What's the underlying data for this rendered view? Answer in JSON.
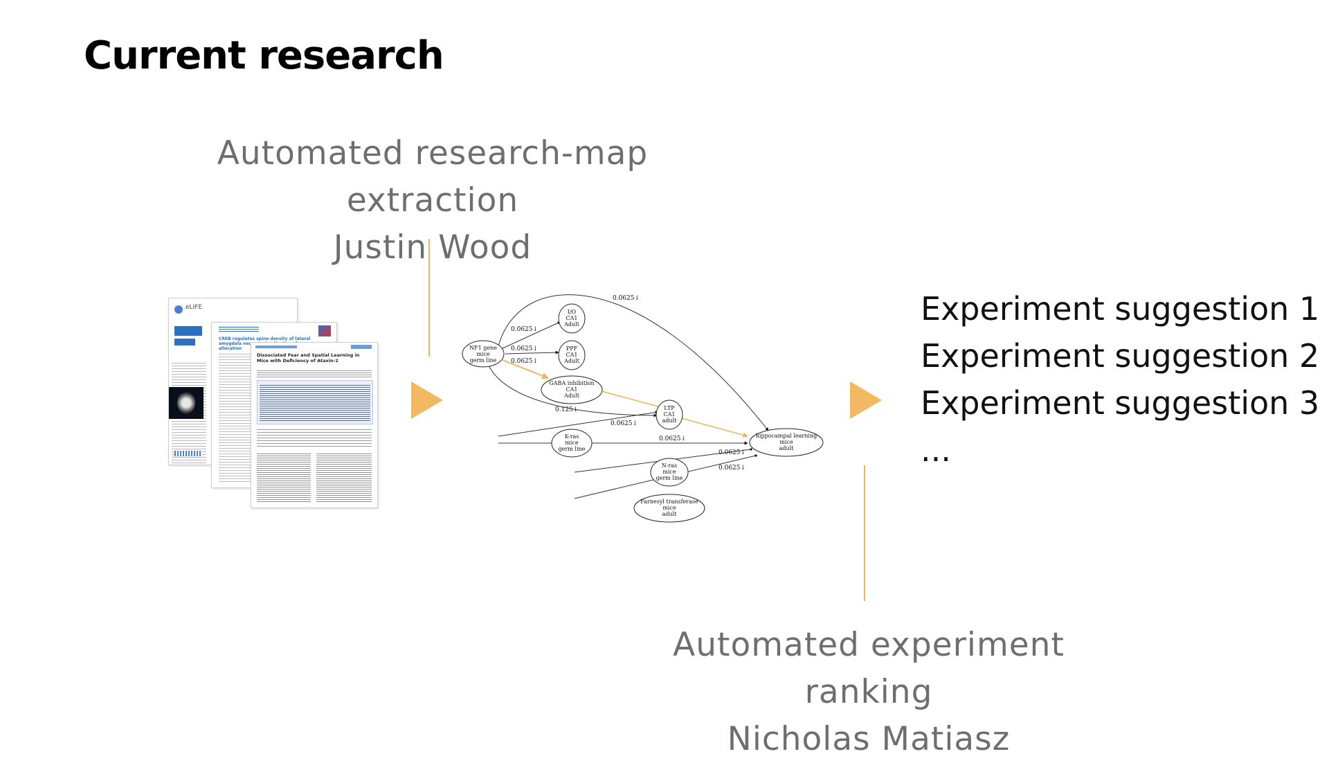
{
  "slide": {
    "title": "Current research",
    "top_caption": {
      "line1": "Automated research-map extraction",
      "line2": "Justin Wood"
    },
    "bottom_caption": {
      "line1": "Automated experiment ranking",
      "line2": "Nicholas Matiasz"
    },
    "suggestions": [
      "Experiment suggestion 1",
      "Experiment suggestion 2",
      "Experiment suggestion 3",
      "..."
    ],
    "accent_color": "#f2b862"
  },
  "papers": {
    "paper1_logo": "eLIFE",
    "paper2_title": "CREB regulates spine density of lateral amygdala neurons: implications for memory allocation",
    "paper3_title": "Dissociated Fear and Spatial Learning in Mice with Deficiency of Ataxin-2"
  },
  "graph": {
    "nodes": {
      "nf1": [
        "NF1 gene",
        "mice",
        "germ line"
      ],
      "io": [
        "I/O",
        "CA1",
        "Adult"
      ],
      "ppf": [
        "PPF",
        "CA1",
        "Adult"
      ],
      "gaba": [
        "GABA inhibition",
        "CA1",
        "Adult"
      ],
      "ltp": [
        "LTP",
        "CA1",
        "adult"
      ],
      "kras": [
        "K-ras",
        "mice",
        "germ line"
      ],
      "hippo": [
        "hippocampal learning",
        "mice",
        "adult"
      ],
      "nras": [
        "N-ras",
        "mice",
        "germ line"
      ],
      "farn": [
        "Farnesyl transferase",
        "mice",
        "adult"
      ]
    },
    "edge_labels": {
      "nf1_hippo": "0.0625↓",
      "nf1_io": "0.0625↓",
      "nf1_ppf": "0.0625↓",
      "nf1_gaba": "0.0625↓",
      "nf1_ltp": "0.125↓",
      "kras_ltp": "0.0625↓",
      "kras_hippo": "0.0625↓",
      "nras_hippo": "0.0625↓",
      "farn_hippo": "0.0625↓"
    },
    "highlight_color": "#f0b45e"
  }
}
